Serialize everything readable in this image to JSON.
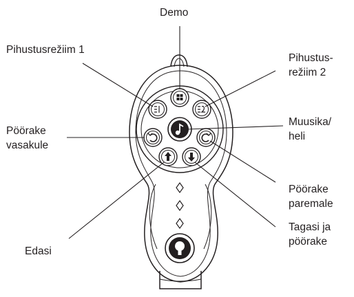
{
  "labels": {
    "demo": "Demo",
    "spray_mode_1": "Pihustusrežiim 1",
    "spray_mode_2_line1": "Pihustus-",
    "spray_mode_2_line2": "režiim 2",
    "turn_left_line1": "Pöörake",
    "turn_left_line2": "vasakule",
    "music_line1": "Muusika/",
    "music_line2": "heli",
    "turn_right_line1": "Pöörake",
    "turn_right_line2": "paremale",
    "forward": "Edasi",
    "back_turn_line1": "Tagasi ja",
    "back_turn_line2": "pöörake"
  },
  "icons": {
    "demo_button": "demo-icon",
    "spray_1_button": "spray-mode-1-icon",
    "spray_2_button": "spray-mode-2-icon",
    "music_button": "music-note-icon",
    "turn_left_button": "rotate-left-icon",
    "turn_right_button": "rotate-right-icon",
    "forward_button": "arrow-up-icon",
    "back_button": "arrow-down-icon",
    "joystick": "joystick-icon"
  },
  "colors": {
    "ink": "#231f20",
    "background": "#ffffff"
  }
}
